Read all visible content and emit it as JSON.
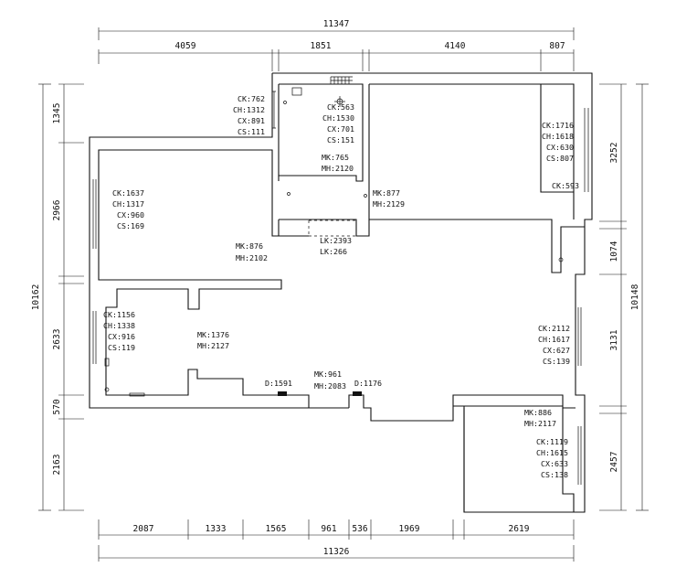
{
  "dimensions": {
    "top_total": "11347",
    "top": [
      "4059",
      "1851",
      "4140",
      "807"
    ],
    "bottom": [
      "2087",
      "1333",
      "1565",
      "961",
      "536",
      "1969",
      "2619"
    ],
    "bottom_total": "11326",
    "left_total": "10162",
    "left": [
      "1345",
      "2966",
      "2633",
      "570",
      "2163"
    ],
    "right": [
      "3252",
      "1074",
      "3131",
      "2457"
    ],
    "right_total": "10148"
  },
  "rooms": {
    "top_left": [
      "CK:762",
      "CH:1312",
      "CX:891",
      "CS:111"
    ],
    "top_center": [
      "CK:563",
      "CH:1530",
      "CX:701",
      "CS:151"
    ],
    "top_center_door": [
      "MK:765",
      "MH:2120"
    ],
    "top_right": [
      "CK:1716",
      "CH:1618",
      "CX:630",
      "CS:807"
    ],
    "top_right_small": "CK:593",
    "left_room": [
      "CK:1637",
      "CH:1317",
      "CX:960",
      "CS:169"
    ],
    "left_room_door": [
      "MK:876",
      "MH:2102"
    ],
    "mid_door": [
      "MK:877",
      "MH:2129"
    ],
    "hall": [
      "LK:2393",
      "LK:266"
    ],
    "lower_left": [
      "CK:1156",
      "CH:1338",
      "CX:916",
      "CS:119"
    ],
    "lower_left_door": [
      "MK:1376",
      "MH:2127"
    ],
    "d1": "D:1591",
    "entry_door": [
      "MK:961",
      "MH:2083"
    ],
    "d2": "D:1176",
    "right_mid": [
      "CK:2112",
      "CH:1617",
      "CX:627",
      "CS:139"
    ],
    "lower_right_door": [
      "MK:886",
      "MH:2117"
    ],
    "lower_right": [
      "CK:1119",
      "CH:1615",
      "CX:633",
      "CS:138"
    ]
  }
}
